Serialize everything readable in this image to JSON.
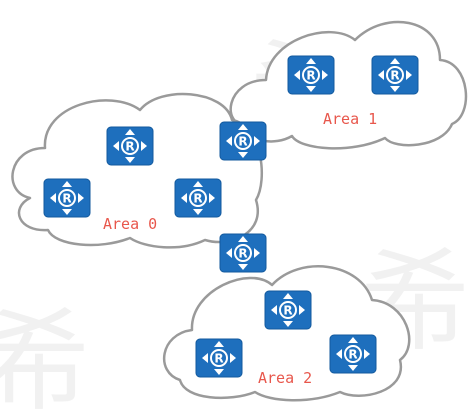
{
  "colors": {
    "router": "#1e6fbd",
    "cloud_outline": "#9a9a9a",
    "area_label": "#e8574c"
  },
  "areas": [
    {
      "label": "Area 1",
      "routers": [
        "router-icon",
        "router-icon"
      ]
    },
    {
      "label": "Area 0",
      "routers": [
        "router-icon",
        "router-icon",
        "router-icon"
      ]
    },
    {
      "label": "Area 2",
      "routers": [
        "router-icon",
        "router-icon",
        "router-icon"
      ]
    }
  ],
  "border_routers": [
    {
      "between": [
        "Area 0",
        "Area 1"
      ],
      "icon": "router-icon"
    },
    {
      "between": [
        "Area 0",
        "Area 2"
      ],
      "icon": "router-icon"
    }
  ],
  "router_letter": "R",
  "watermark_glyph": "希"
}
